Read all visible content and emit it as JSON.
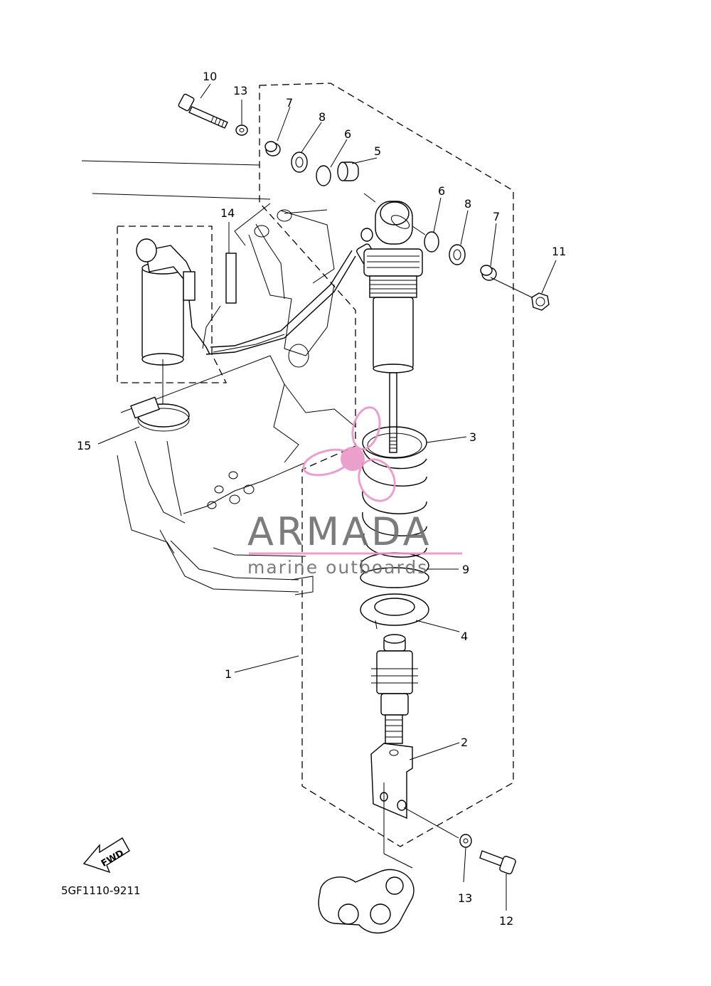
{
  "diagram": {
    "part_numbers": {
      "p1": "1",
      "p2": "2",
      "p3": "3",
      "p4": "4",
      "p5": "5",
      "p6a": "6",
      "p6b": "6",
      "p7a": "7",
      "p7b": "7",
      "p8a": "8",
      "p8b": "8",
      "p9": "9",
      "p10": "10",
      "p11": "11",
      "p12": "12",
      "p13a": "13",
      "p13b": "13",
      "p14": "14",
      "p15": "15"
    },
    "drawing_code": "5GF1110-9211",
    "direction_arrow": "FWD"
  },
  "watermark": {
    "brand": "ARMADA",
    "tagline": "marine outboards",
    "brand_color": "#e896c6",
    "logo_icon": "propeller-flower-logo"
  }
}
